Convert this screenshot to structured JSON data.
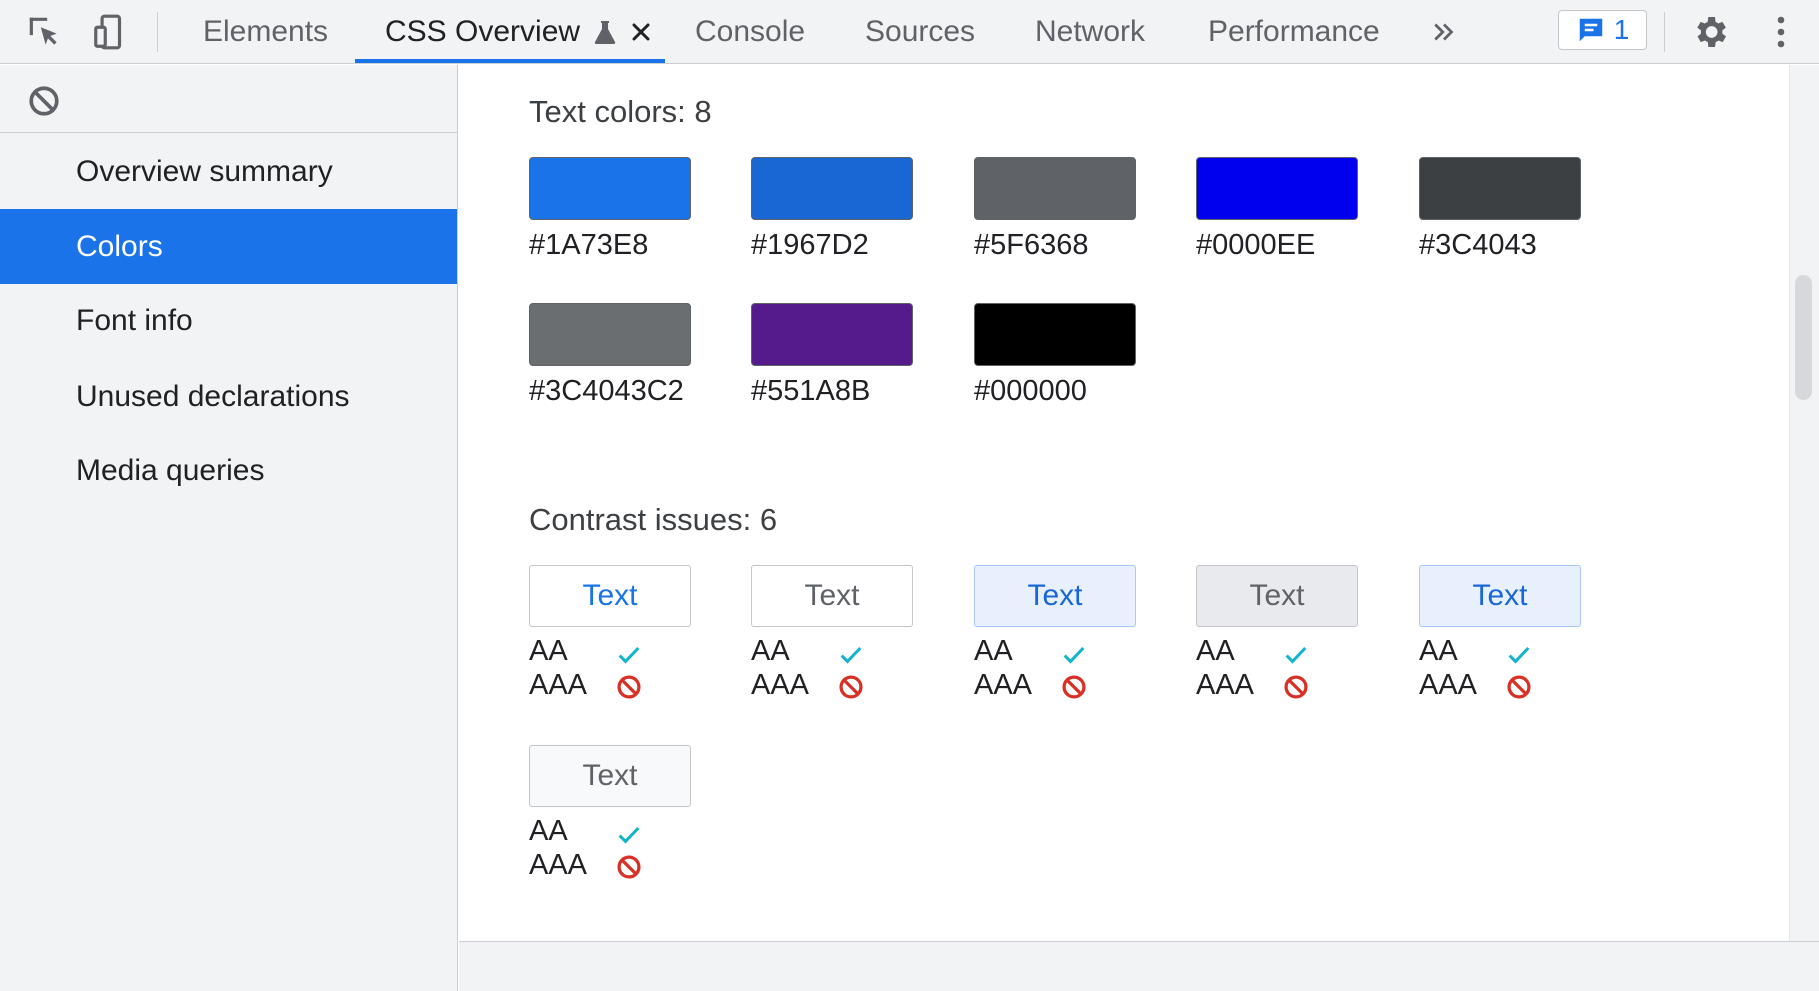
{
  "toolbar": {
    "tabs": [
      {
        "label": "Elements"
      },
      {
        "label": "CSS Overview"
      },
      {
        "label": "Console"
      },
      {
        "label": "Sources"
      },
      {
        "label": "Network"
      },
      {
        "label": "Performance"
      }
    ],
    "issues_count": "1",
    "accent": "#1a73e8"
  },
  "sidebar": {
    "items": [
      {
        "label": "Overview summary"
      },
      {
        "label": "Colors",
        "active": true
      },
      {
        "label": "Font info"
      },
      {
        "label": "Unused declarations"
      },
      {
        "label": "Media queries"
      }
    ]
  },
  "main": {
    "text_colors_title": "Text colors: 8",
    "text_colors": [
      {
        "hex": "#1A73E8",
        "color": "#1A73E8"
      },
      {
        "hex": "#1967D2",
        "color": "#1967D2"
      },
      {
        "hex": "#5F6368",
        "color": "#5F6368"
      },
      {
        "hex": "#0000EE",
        "color": "#0000EE"
      },
      {
        "hex": "#3C4043",
        "color": "#3C4043"
      },
      {
        "hex": "#3C4043C2",
        "color": "#3C4043C2"
      },
      {
        "hex": "#551A8B",
        "color": "#551A8B"
      },
      {
        "hex": "#000000",
        "color": "#000000"
      }
    ],
    "contrast_title": "Contrast issues: 6",
    "contrast_issues": [
      {
        "text": "Text",
        "fg": "#1a73e8",
        "bg": "#ffffff",
        "aa": "AA",
        "aaa": "AAA",
        "aa_pass": true,
        "aaa_pass": false
      },
      {
        "text": "Text",
        "fg": "#5f6368",
        "bg": "#ffffff",
        "aa": "AA",
        "aaa": "AAA",
        "aa_pass": true,
        "aaa_pass": false
      },
      {
        "text": "Text",
        "fg": "#1967d2",
        "bg": "#e8f0fe",
        "aa": "AA",
        "aaa": "AAA",
        "aa_pass": true,
        "aaa_pass": false
      },
      {
        "text": "Text",
        "fg": "#5f6368",
        "bg": "#e8eaed",
        "aa": "AA",
        "aaa": "AAA",
        "aa_pass": true,
        "aaa_pass": false
      },
      {
        "text": "Text",
        "fg": "#1967d2",
        "bg": "#e8f0fe",
        "aa": "AA",
        "aaa": "AAA",
        "aa_pass": true,
        "aaa_pass": false
      },
      {
        "text": "Text",
        "fg": "#5f6368",
        "bg": "#f8f9fa",
        "aa": "AA",
        "aaa": "AAA",
        "aa_pass": true,
        "aaa_pass": false
      }
    ],
    "pass_color": "#12b5cb",
    "fail_color": "#d93025"
  }
}
